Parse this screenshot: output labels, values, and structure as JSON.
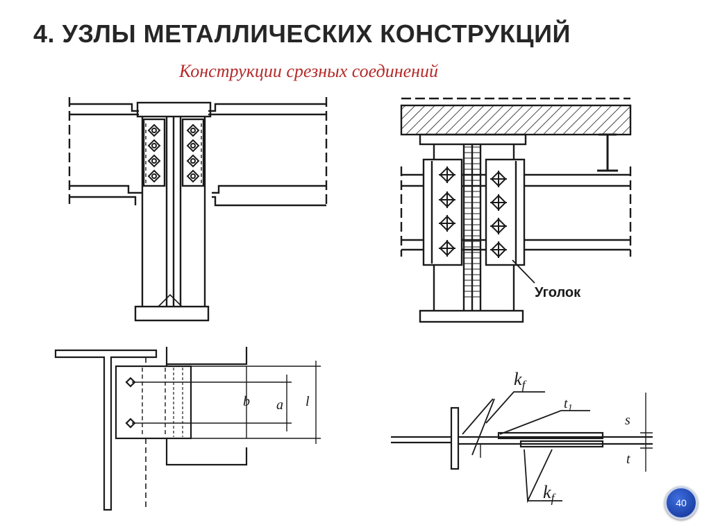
{
  "title": "4. УЗЛЫ МЕТАЛЛИЧЕСКИХ КОНСТРУКЦИЙ",
  "subtitle": "Конструкции срезных соединений",
  "labels": {
    "angle": "Уголок",
    "kf_top": "k",
    "kf_top_sub": "f",
    "kf_bottom": "k",
    "kf_bottom_sub": "f",
    "t1": "t",
    "t1_sub": "1",
    "dim_a": "a",
    "dim_b": "b",
    "dim_l": "l",
    "dim_s": "s",
    "dim_t": "t"
  },
  "page_number": "40"
}
